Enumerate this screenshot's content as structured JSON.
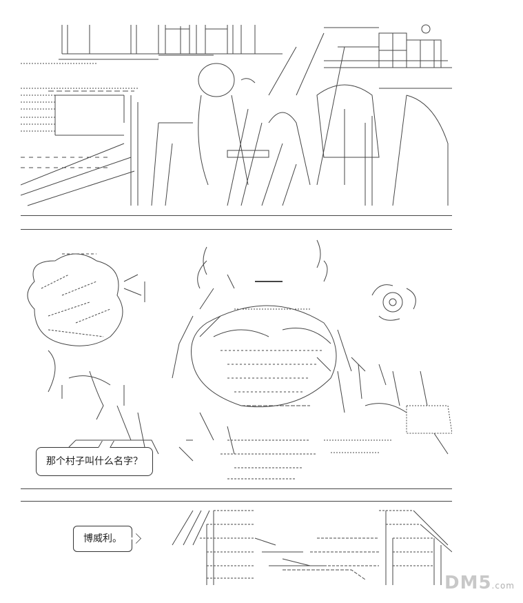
{
  "dialogue": {
    "mid_bubble": "那个村子叫什么名字？",
    "bottom_bubble": "博威利。"
  },
  "watermark": {
    "brand": "DM5",
    "suffix": ".com"
  },
  "colors": {
    "ink": "#333333",
    "paper": "#ffffff",
    "watermark": "#c8c8c8"
  }
}
